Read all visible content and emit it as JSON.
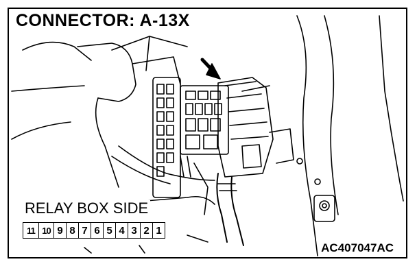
{
  "title": "CONNECTOR: A-13X",
  "side_label": "RELAY BOX SIDE",
  "figure_code": "AC407047AC",
  "pin_numbers": [
    "11",
    "10",
    "9",
    "8",
    "7",
    "6",
    "5",
    "4",
    "3",
    "2",
    "1"
  ],
  "colors": {
    "ink": "#000000",
    "paper": "#ffffff"
  },
  "icons": [
    "pointer-arrow-icon"
  ]
}
